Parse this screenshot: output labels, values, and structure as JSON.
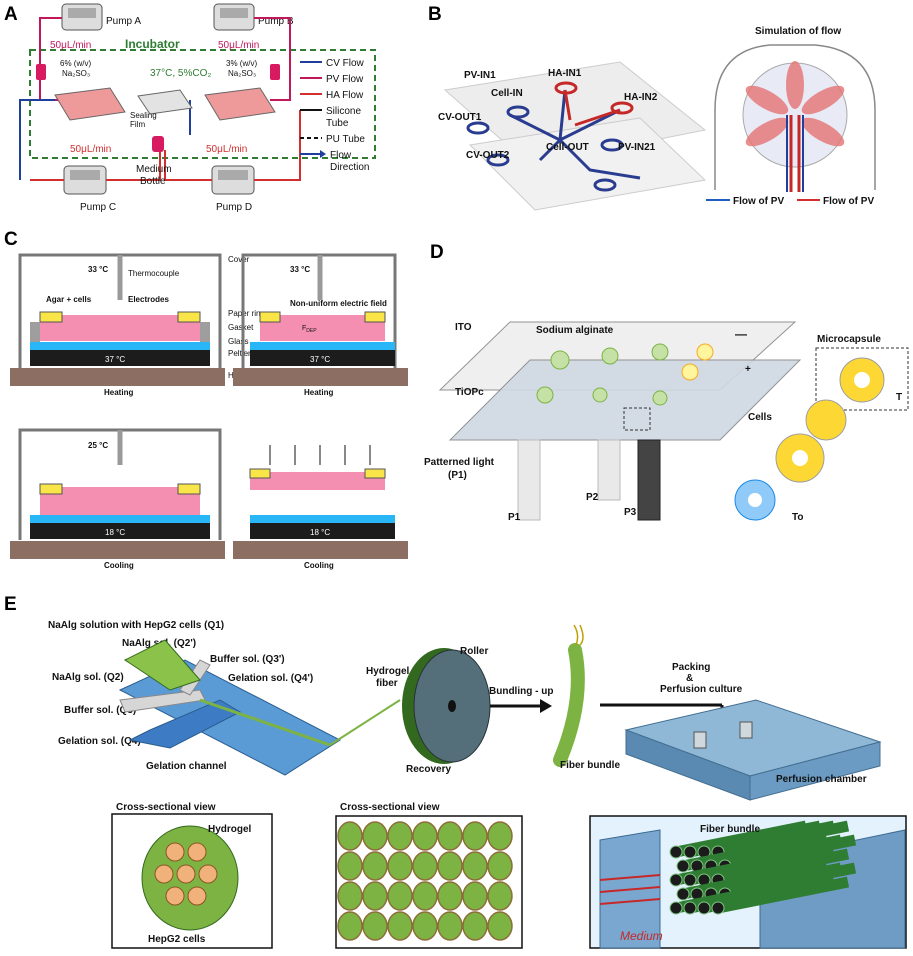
{
  "panels": {
    "A": {
      "label": "A",
      "pumps": [
        "Pump A",
        "Pump B",
        "Pump C",
        "Pump D"
      ],
      "incubator": "Incubator",
      "conditions": "37°C, 5%CO₂",
      "flow_top_left": "50μL/min",
      "flow_top_right": "50μL/min",
      "flow_bottom_left": "50μL/min",
      "flow_bottom_right": "50μL/min",
      "solution_left_1": "6% (w/v)",
      "solution_left_2": "Na₂SO₃",
      "solution_right_1": "3% (w/v)",
      "solution_right_2": "Na₂SO₃",
      "sealing_film_1": "Sealing",
      "sealing_film_2": "Film",
      "medium_1": "Medium",
      "medium_2": "Bottle",
      "legend": [
        "CV Flow",
        "PV Flow",
        "HA Flow",
        "Silicone",
        "Tube",
        "PU Tube",
        "Flow",
        "Direction"
      ],
      "colors": {
        "cv": "#1f3f9e",
        "pv": "#c0243a",
        "ha": "#d9303a",
        "incubator": "#2e7d32"
      }
    },
    "B": {
      "label": "B",
      "ports": [
        "PV-IN1",
        "HA-IN1",
        "HA-IN2",
        "Cell-IN",
        "CV-OUT1",
        "Cell-OUT",
        "PV-IN21",
        "CV-OUT2"
      ],
      "sim_title": "Simulation of flow",
      "legend_1": "Flow of PV",
      "legend_2": "Flow of PV"
    },
    "C": {
      "label": "C",
      "temp_heat_1": "33 °C",
      "temp_heat_2": "33 °C",
      "temp_cool": "25 °C",
      "cover": "Cover",
      "thermocouple": "Thermocouple",
      "agar": "Agar + cells",
      "electrodes": "Electrodes",
      "paper_ring": "Paper ring",
      "gasket": "Gasket",
      "glass": "Glass",
      "peltier": "Peltier",
      "heatsink": "Heatsink",
      "nonuniform": "Non-uniform electric field",
      "fdep": "F",
      "fdep_sub": "DEP",
      "peltier_heat": "37 °C",
      "peltier_cool": "18 °C",
      "heating": "Heating",
      "cooling": "Cooling"
    },
    "D": {
      "label": "D",
      "ito": "ITO",
      "alginate": "Sodium alginate",
      "tiopc": "TiOPc",
      "cells": "Cells",
      "patterned_1": "Patterned light",
      "patterned_2": "(P1)",
      "p1": "P1",
      "p2": "P2",
      "p3": "P3",
      "microcapsule": "Microcapsule",
      "t": "T",
      "to": "To",
      "minus": "—",
      "plus": "+"
    },
    "E": {
      "label": "E",
      "q1": "NaAlg solution with HepG2 cells (Q1)",
      "q2p": "NaAlg sol. (Q2')",
      "q2": "NaAlg sol. (Q2)",
      "q3p": "Buffer sol. (Q3')",
      "q4p": "Gelation sol. (Q4')",
      "q3": "Buffer sol. (Q3)",
      "q4": "Gelation sol. (Q4)",
      "gelation_channel": "Gelation channel",
      "hydrogel_fiber_1": "Hydrogel",
      "hydrogel_fiber_2": "fiber",
      "roller": "Roller",
      "recovery": "Recovery",
      "bundling": "Bundling - up",
      "fiber_bundle": "Fiber bundle",
      "packing_1": "Packing",
      "packing_2": "&",
      "packing_3": "Perfusion culture",
      "perfusion_chamber": "Perfusion chamber",
      "cross1": "Cross-sectional view",
      "hydrogel": "Hydrogel",
      "hepg2": "HepG2 cells",
      "cross2": "Cross-sectional view",
      "fiber_bundle_2": "Fiber bundle",
      "medium": "Medium"
    }
  }
}
